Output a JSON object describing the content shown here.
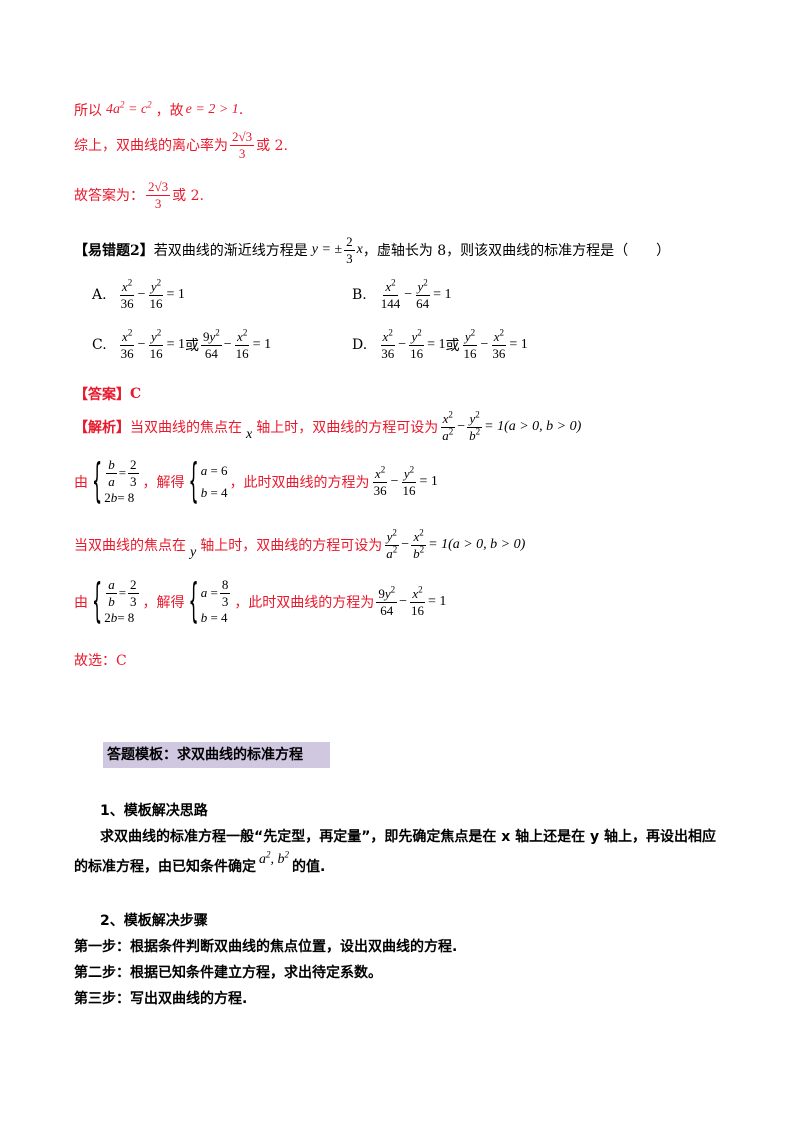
{
  "lines": {
    "l1_prefix": "所以",
    "l1_eq": "4a² = c²",
    "l1_mid": "，故",
    "l1_e": "e = 2 > 1",
    "l1_end": ".",
    "l2_text": "综上，双曲线的离心率为",
    "l2_num": "2√3",
    "l2_den": "3",
    "l2_end": "或 2.",
    "l3_text": "故答案为：",
    "l3_num": "2√3",
    "l3_den": "3",
    "l3_end": "或 2."
  },
  "question": {
    "tag": "【易错题2】",
    "text_a": "若双曲线的渐近线方程是",
    "asym_lhs": "y = ±",
    "asym_num": "2",
    "asym_den": "3",
    "asym_x": "x",
    "text_b": "，虚轴长为 8，则该双曲线的标准方程是（　　）",
    "choices": [
      {
        "label": "A.",
        "desc": "x²/36 − y²/16 = 1"
      },
      {
        "label": "B.",
        "desc": "x²/144 − y²/64 = 1"
      },
      {
        "label": "C.",
        "desc": "x²/36 − y²/16 = 1 或 9y²/64 − x²/16 = 1"
      },
      {
        "label": "D.",
        "desc": "x²/36 − y²/16 = 1 或 y²/16 − x²/36 = 1"
      }
    ],
    "or": "或"
  },
  "answer": {
    "tag": "【答案】",
    "value": "C"
  },
  "analysis": {
    "tag": "【解析】",
    "p1": "当双曲线的焦点在",
    "var_x": "x",
    "p2": "轴上时，双曲线的方程可设为",
    "cond": "= 1(a > 0, b > 0)",
    "by": "由",
    "solve": "，解得",
    "then": "，此时双曲线的方程为",
    "eq1": "= 1",
    "sys1": [
      "b/a = 2/3",
      "2b = 8"
    ],
    "sol1": [
      "a = 6",
      "b = 4"
    ],
    "p3": "当双曲线的焦点在",
    "var_y": "y",
    "p4": "轴上时，双曲线的方程可设为",
    "sys2": [
      "a/b = 2/3",
      "2b = 8"
    ],
    "sol2": [
      "a = 8/3",
      "b = 4"
    ],
    "choose": "故选：C"
  },
  "template": {
    "banner": "答题模板：求双曲线的标准方程",
    "h1": "1、模板解决思路",
    "p1": "求双曲线的标准方程一般“先定型，再定量”，即先确定焦点是在 x 轴上还是在 y 轴上，再设出相应",
    "p2_a": "的标准方程，由已知条件确定",
    "p2_math": "a², b²",
    "p2_b": "的值.",
    "h2": "2、模板解决步骤",
    "s1": "第一步：根据条件判断双曲线的焦点位置，设出双曲线的方程.",
    "s2": "第二步：根据已知条件建立方程，求出待定系数。",
    "s3": "第三步：写出双曲线的方程."
  }
}
